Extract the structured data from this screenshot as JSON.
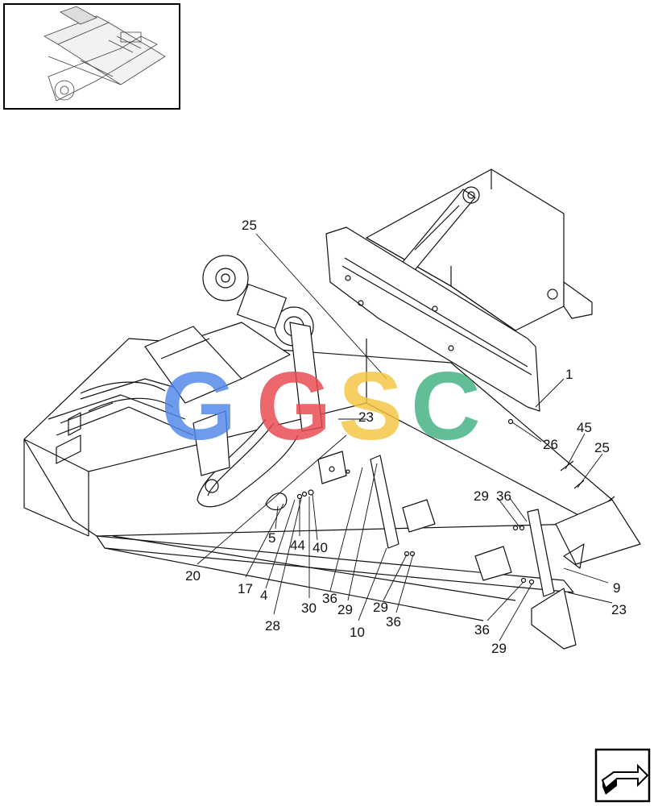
{
  "diagram": {
    "callouts": [
      {
        "id": "c25a",
        "text": "25"
      },
      {
        "id": "c1",
        "text": "1"
      },
      {
        "id": "c45",
        "text": "45"
      },
      {
        "id": "c25b",
        "text": "25"
      },
      {
        "id": "c26",
        "text": "26"
      },
      {
        "id": "c23a",
        "text": "23"
      },
      {
        "id": "c29a",
        "text": "29"
      },
      {
        "id": "c36a",
        "text": "36"
      },
      {
        "id": "c9",
        "text": "9"
      },
      {
        "id": "c23b",
        "text": "23"
      },
      {
        "id": "c36b",
        "text": "36"
      },
      {
        "id": "c29b",
        "text": "29"
      },
      {
        "id": "c5",
        "text": "5"
      },
      {
        "id": "c44",
        "text": "44"
      },
      {
        "id": "c40",
        "text": "40"
      },
      {
        "id": "c20",
        "text": "20"
      },
      {
        "id": "c17",
        "text": "17"
      },
      {
        "id": "c4",
        "text": "4"
      },
      {
        "id": "c28",
        "text": "28"
      },
      {
        "id": "c30",
        "text": "30"
      },
      {
        "id": "c36c",
        "text": "36"
      },
      {
        "id": "c29c",
        "text": "29"
      },
      {
        "id": "c29d",
        "text": "29"
      },
      {
        "id": "c36d",
        "text": "36"
      },
      {
        "id": "c10",
        "text": "10"
      }
    ],
    "watermark": {
      "letters": [
        "G",
        "G",
        "S",
        "C"
      ],
      "colors": [
        "#4f86e8",
        "#e8484c",
        "#f5c542",
        "#3fb07f"
      ]
    },
    "thumbnail_icon": "machine-overview-icon",
    "nav_icon": "next-page-arrow-icon"
  }
}
